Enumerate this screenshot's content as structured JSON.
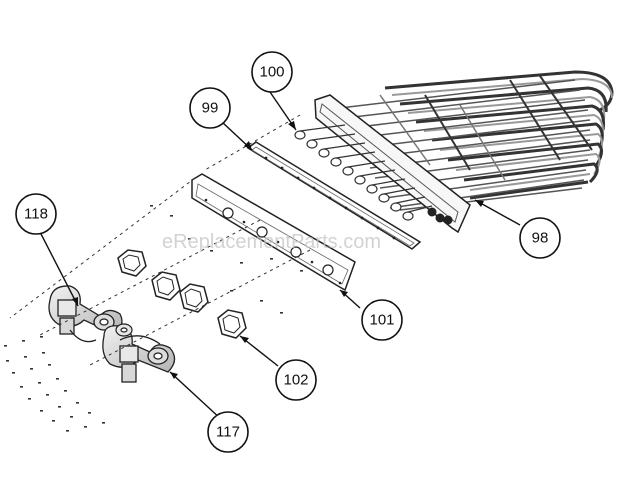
{
  "watermark": "eReplacementParts.com",
  "part_numbers": {
    "heat_exchanger": "98",
    "gasket": "99",
    "tube_baffle": "100",
    "panel": "101",
    "orifice_gasket": "102",
    "burner": "117",
    "burner_bracket": "118"
  }
}
